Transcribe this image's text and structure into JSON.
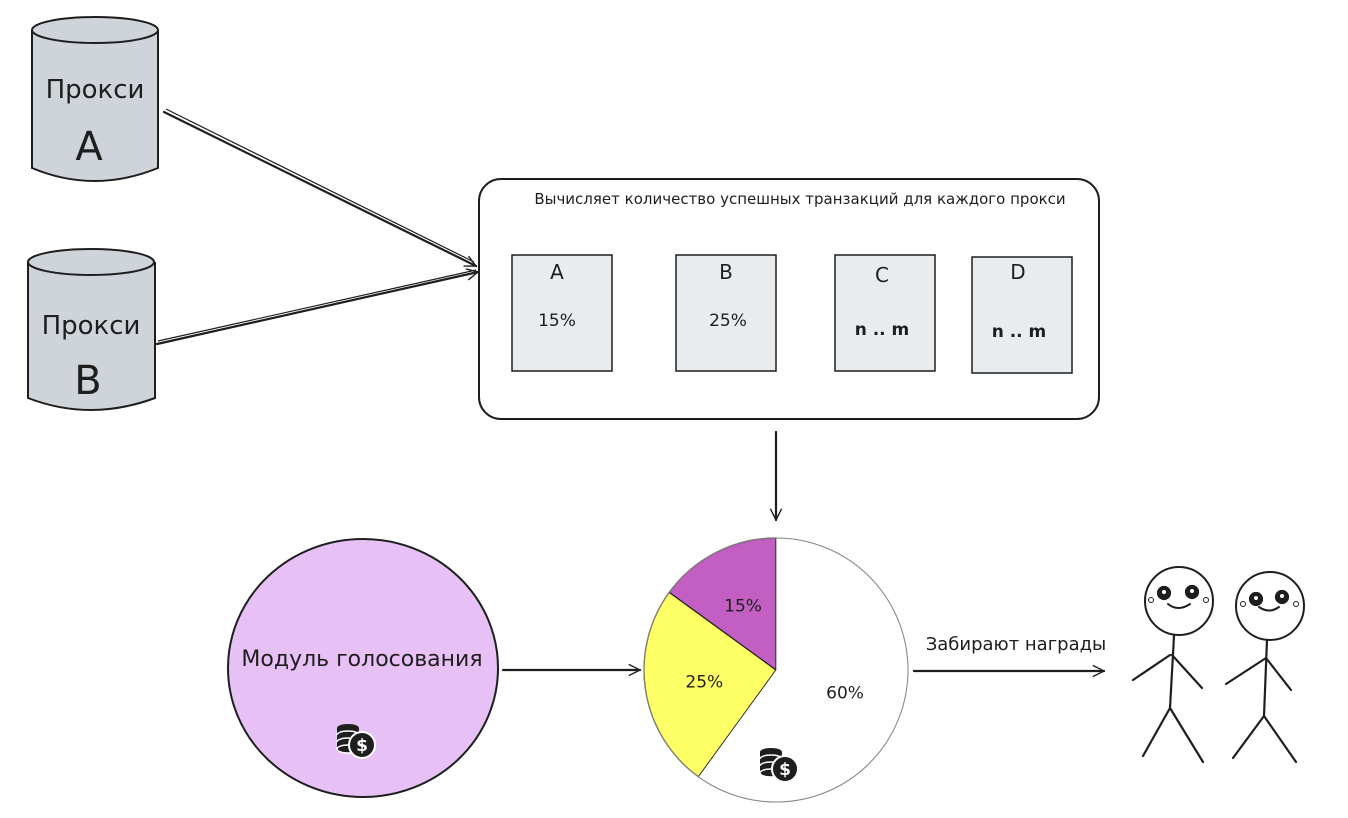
{
  "proxies": [
    {
      "label": "Прокси",
      "letter": "A"
    },
    {
      "label": "Прокси",
      "letter": "B"
    }
  ],
  "calc_box": {
    "title": "Вычисляет количество успешных транзакций для каждого прокси",
    "cards": [
      {
        "letter": "A",
        "value": "15%"
      },
      {
        "letter": "B",
        "value": "25%"
      },
      {
        "letter": "C",
        "value": "n .. m"
      },
      {
        "letter": "D",
        "value": "n .. m"
      }
    ]
  },
  "voting_module": {
    "label": "Модуль голосования",
    "icon": "coins-dollar-icon",
    "color": "#e7c1f5"
  },
  "distribution_pie": {
    "slices": [
      {
        "label": "15%",
        "value": 15,
        "color": "#c35fc3"
      },
      {
        "label": "25%",
        "value": 25,
        "color": "#ffff66"
      },
      {
        "label": "60%",
        "value": 60,
        "color": "#ffffff"
      }
    ],
    "icon": "coins-dollar-icon"
  },
  "rewards_label": "Забирают награды",
  "colors": {
    "proxy_fill": "#ced4da",
    "card_fill": "#e9ecef",
    "stroke": "#1e1e1e"
  }
}
